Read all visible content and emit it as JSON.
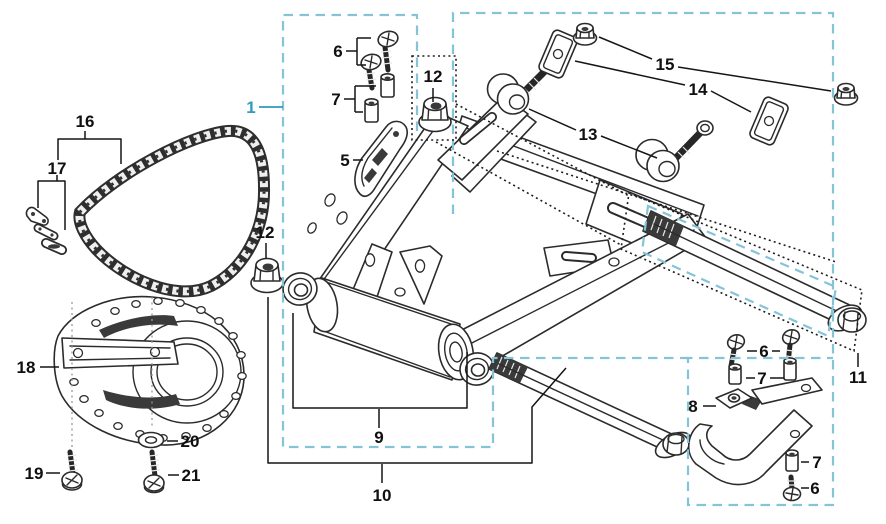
{
  "diagram": {
    "background_color": "#ffffff",
    "line_color": "#2b2b2b",
    "highlight_dash_color": "#85c4d8",
    "highlight_label_color": "#2d9cbe",
    "callouts": {
      "c1": "1",
      "c5": "5",
      "c6": "6",
      "c7": "7",
      "c8": "8",
      "c9": "9",
      "c10": "10",
      "c11": "11",
      "c12": "12",
      "c13": "13",
      "c14": "14",
      "c15": "15",
      "c16": "16",
      "c17": "17",
      "c18": "18",
      "c19": "19",
      "c20": "20",
      "c21": "21"
    }
  }
}
